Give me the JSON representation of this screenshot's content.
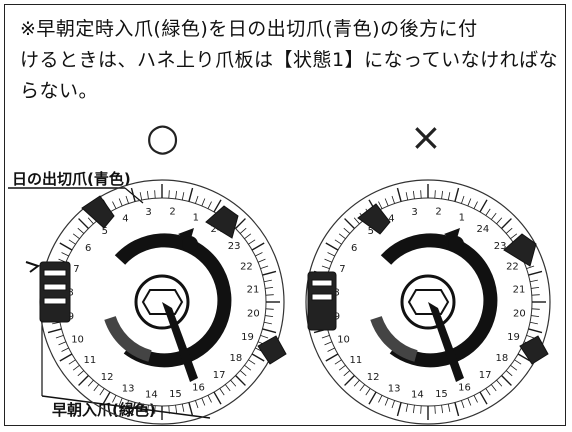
{
  "instruction": {
    "lines": [
      "※早朝定時入爪(緑色)を日の出切爪(青色)の後方に付",
      "けるときは、ハネ上り爪板は【状態1】になっていなければな",
      "らない。"
    ]
  },
  "marks": {
    "correct": "○",
    "incorrect": "×"
  },
  "callouts": {
    "sunrise_pawl": "日の出切爪(青色)",
    "early_on_pawl": "早朝入爪(緑色)"
  },
  "dials": {
    "hour_numbers_visible": [
      "13",
      "14",
      "15",
      "16",
      "17",
      "18",
      "19",
      "20",
      "21",
      "22",
      "23",
      "24",
      "1",
      "2",
      "3",
      "4",
      "5",
      "6",
      "7",
      "8",
      "9",
      "10",
      "11",
      "12"
    ],
    "ink_color": "#1a1a1a"
  }
}
